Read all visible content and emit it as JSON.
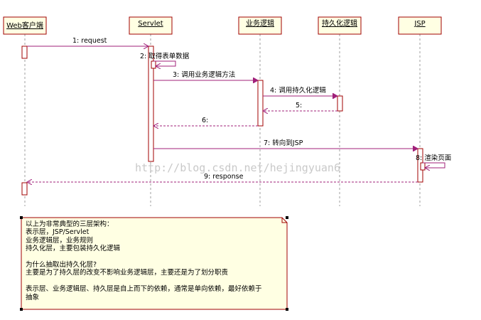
{
  "participants": [
    {
      "id": "web",
      "label": "Web客户端"
    },
    {
      "id": "servlet",
      "label": "Servlet"
    },
    {
      "id": "biz",
      "label": "业务逻辑"
    },
    {
      "id": "persist",
      "label": "持久化逻辑"
    },
    {
      "id": "jsp",
      "label": "JSP"
    }
  ],
  "messages": [
    {
      "label": "1: request"
    },
    {
      "label": "2: 取得表单数据"
    },
    {
      "label": "3: 调用业务逻辑方法"
    },
    {
      "label": "4: 调用持久化逻辑"
    },
    {
      "label": "5:"
    },
    {
      "label": "6:"
    },
    {
      "label": "7: 转向到JSP"
    },
    {
      "label": "8: 渲染页面"
    },
    {
      "label": "9: response"
    }
  ],
  "watermark": "http://blog.csdn.net/hejingyuan6",
  "note": {
    "lines": [
      "以上为非常典型的三层架构：",
      "表示层，JSP/Servlet",
      "业务逻辑层，业务规则",
      "持久化层，主要包装持久化逻辑",
      "",
      "为什么抽取出持久化层?",
      "主要是为了持久层的改变不影响业务逻辑层，主要还是为了划分职责",
      "",
      "表示层、业务逻辑层、持久层是自上而下的依赖，通常是单向依赖，最好依赖于",
      "抽象"
    ]
  }
}
